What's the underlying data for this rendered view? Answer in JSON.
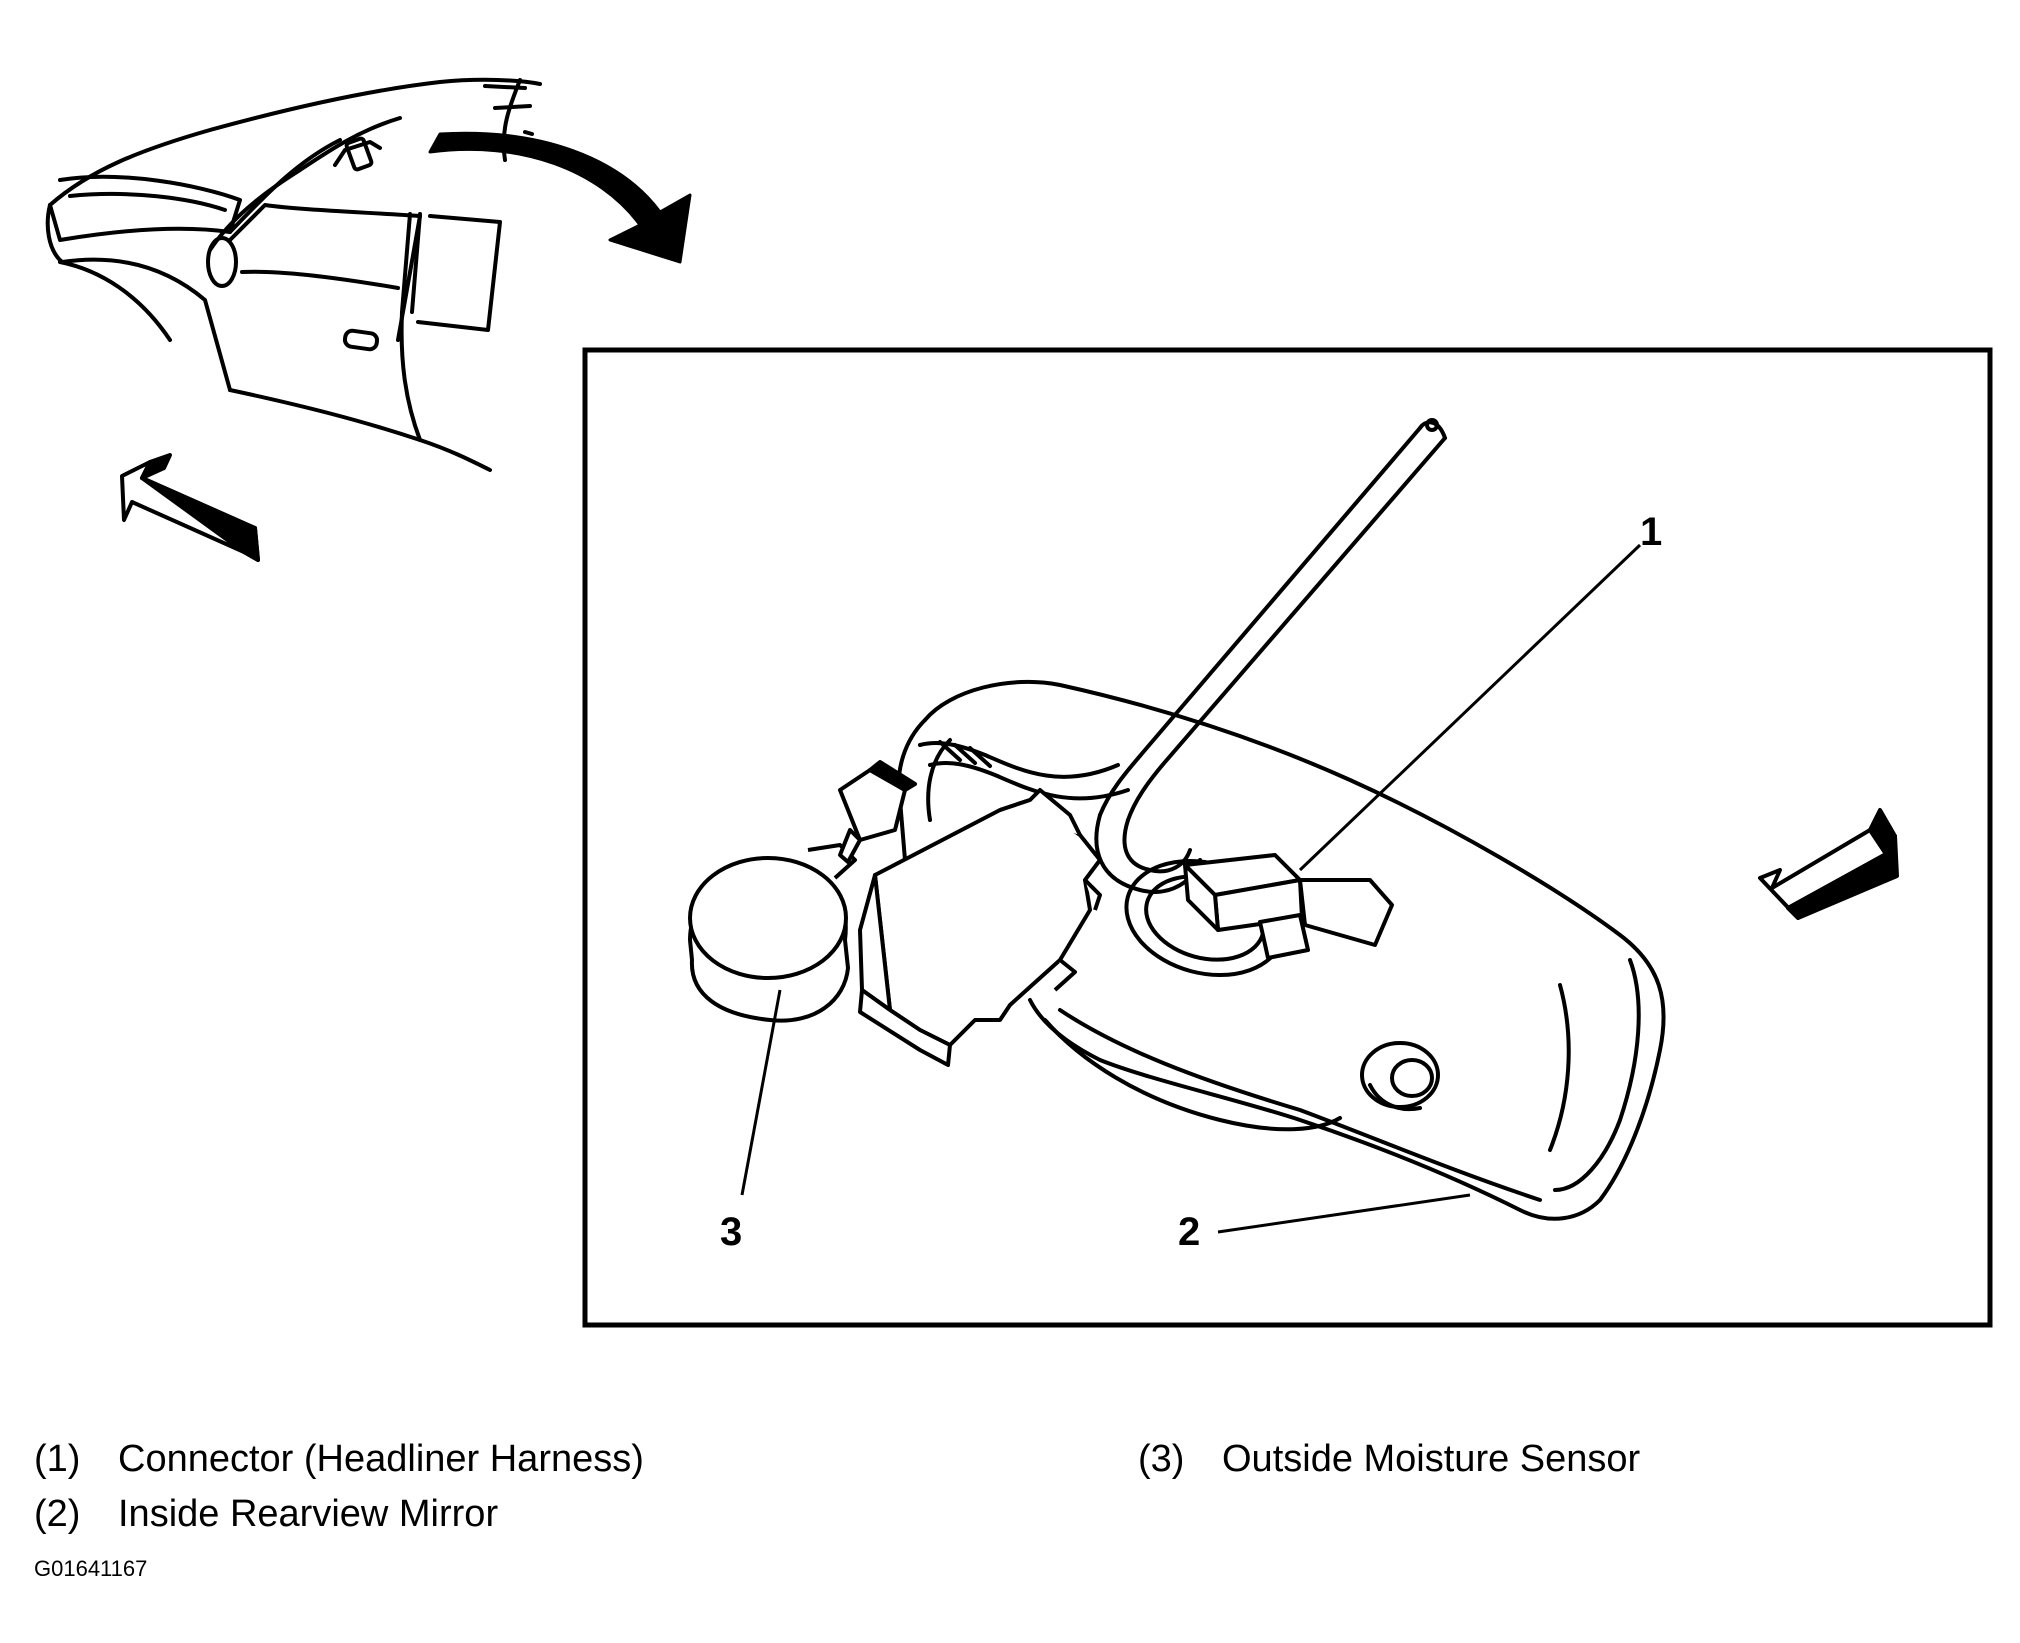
{
  "figure": {
    "callouts": [
      {
        "id": "1",
        "label": "1"
      },
      {
        "id": "2",
        "label": "2"
      },
      {
        "id": "3",
        "label": "3"
      }
    ],
    "legend": [
      {
        "num": "(1)",
        "text": "Connector (Headliner Harness)"
      },
      {
        "num": "(2)",
        "text": "Inside Rearview Mirror"
      },
      {
        "num": "(3)",
        "text": "Outside Moisture Sensor"
      }
    ],
    "code": "G01641167"
  },
  "colors": {
    "ink": "#000000",
    "paper": "#ffffff"
  },
  "icons": [
    "view-arrow-icon",
    "curved-arrow-icon"
  ]
}
